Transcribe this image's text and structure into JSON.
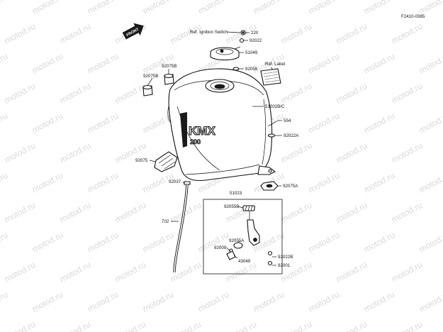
{
  "diagram_code": "F2410-0365",
  "direction_arrow": "FRONT",
  "tank_lettering": {
    "main": "KMX",
    "sub": "200"
  },
  "watermark_text": "motod.ru",
  "colors": {
    "line": "#111111",
    "watermark": "#d9d9d9",
    "background": "#ffffff"
  },
  "labels": {
    "ref_ignition_switch": "Ref. Ignition Switch",
    "p220": "220",
    "p92022": "92022",
    "p51049": "51049",
    "p92055": "92055",
    "ref_label": "Ref. Label",
    "p92075b_a": "92075B",
    "p92075b_b": "92075B",
    "p51002bc": "51002B/C",
    "p554": "554",
    "p92022a": "92022A",
    "p92075": "92075",
    "p92037": "92037",
    "p92075a": "92075A",
    "p51023": "51023",
    "p92055b": "92055B",
    "p702": "702",
    "p92055a": "92055A",
    "p92009": "92009",
    "p43049": "43049",
    "p92022b": "92022B",
    "p92001": "92001"
  }
}
